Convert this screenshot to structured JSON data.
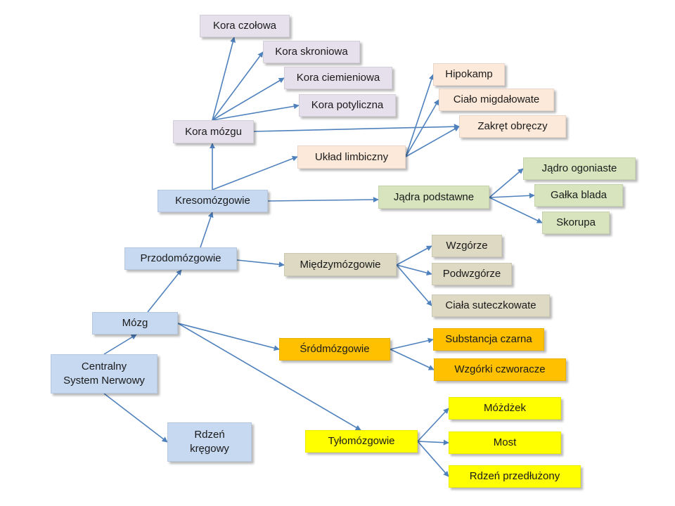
{
  "colors": {
    "arrow": "#4f81bd",
    "blue": "#c6d9f1",
    "lavender": "#e6e0ec",
    "peach": "#fde9d9",
    "green": "#d7e4bd",
    "tan": "#ddd9c3",
    "orange": "#ffc000",
    "yellow": "#ffff00"
  },
  "nodes": {
    "cns": "Centralny\nSystem Nerwowy",
    "mozg": "Mózg",
    "rdzen_kregowy": "Rdzeń\nkręgowy",
    "przodomozgowie": "Przodomózgowie",
    "kresomozgowie": "Kresomózgowie",
    "kora_mozgu": "Kora mózgu",
    "kora_czolowa": "Kora czołowa",
    "kora_skroniowa": "Kora skroniowa",
    "kora_ciemieniowa": "Kora ciemieniowa",
    "kora_potyliczna": "Kora potyliczna",
    "uklad_limbiczny": "Układ limbiczny",
    "hipokamp": "Hipokamp",
    "cialo_migdalowate": "Ciało migdałowate",
    "zakret_obreczy": "Zakręt obręczy",
    "jadra_podstawne": "Jądra podstawne",
    "jadro_ogoniaste": "Jądro ogoniaste",
    "galka_blada": "Gałka blada",
    "skorupa": "Skorupa",
    "miedzymozgowie": "Międzymózgowie",
    "wzgorze": "Wzgórze",
    "podwzgorze": "Podwzgórze",
    "ciala_suteczkowate": "Ciała suteczkowate",
    "srodmozgowie": "Śródmózgowie",
    "substancja_czarna": "Substancja czarna",
    "wzgorki_czworacze": "Wzgórki czworacze",
    "tylomozgowie": "Tyłomózgowie",
    "mozdzek": "Móżdżek",
    "most": "Most",
    "rdzen_przedluzony": "Rdzeń przedłużony"
  }
}
